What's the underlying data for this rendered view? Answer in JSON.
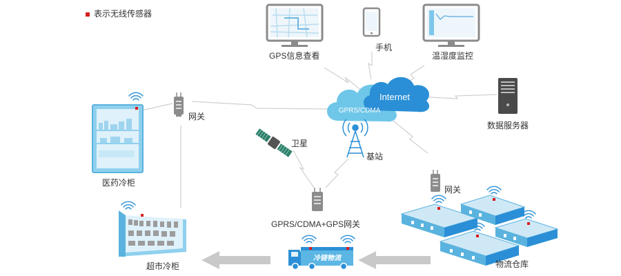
{
  "legend": {
    "label": "表示无线传感器",
    "color": "#d81e1e"
  },
  "cloud": {
    "internet_label": "Internet",
    "gprs_label": "GPRS/CDMA",
    "colors": {
      "internet": "#2a8fd6",
      "gprs": "#6ec6e8"
    }
  },
  "nodes": {
    "gps_viewer": "GPS信息查看",
    "phone": "手机",
    "temp_monitor": "温湿度监控",
    "data_server": "数据服务器",
    "gateway_top": "网关",
    "medicine_cabinet": "医药冷柜",
    "satellite": "卫星",
    "base_station": "基站",
    "gprs_gps_gateway": "GPRS/CDMA+GPS网关",
    "gateway_right": "网关",
    "supermarket_cabinet": "超市冷柜",
    "truck_text": "冷链物流",
    "warehouse": "物流仓库"
  },
  "icons": [
    "monitor-map-icon",
    "phone-icon",
    "monitor-chart-icon",
    "server-icon",
    "gateway-icon",
    "fridge-icon",
    "satellite-icon",
    "tower-icon",
    "truck-icon",
    "warehouse-icon",
    "shelf-icon",
    "wifi-icon",
    "arrow-icon"
  ]
}
